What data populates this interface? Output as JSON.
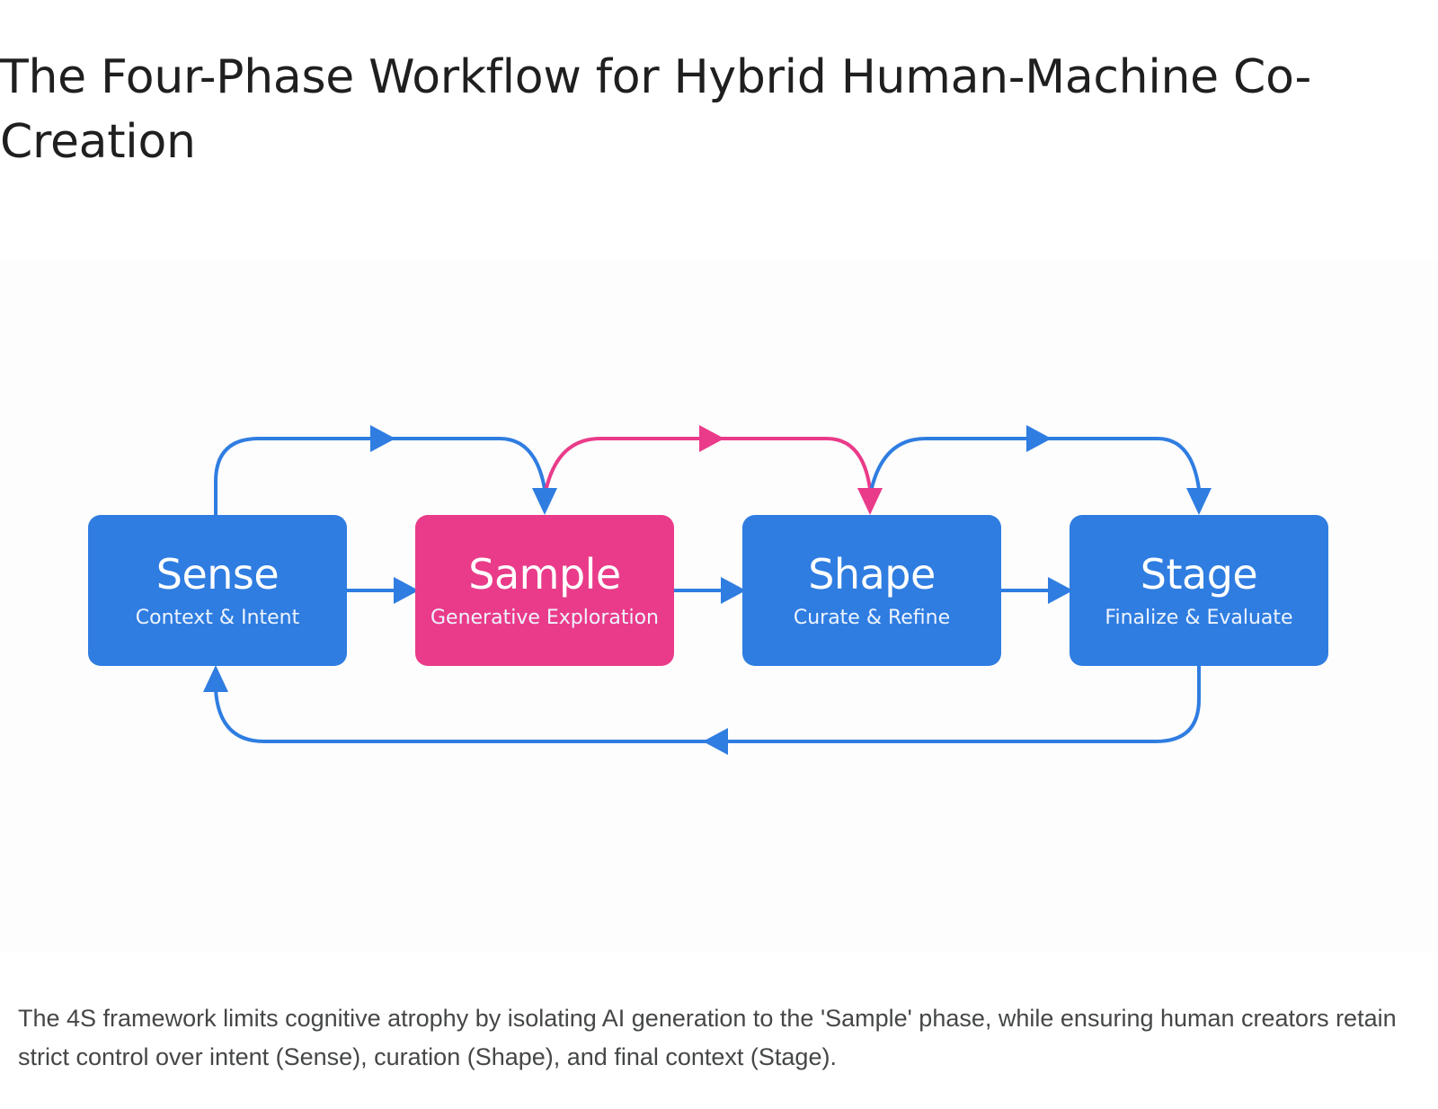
{
  "title": "The Four-Phase Workflow for Hybrid Human-Machine Co-Creation",
  "phases": [
    {
      "name": "Sense",
      "subtitle": "Context & Intent",
      "color": "#2f7de1"
    },
    {
      "name": "Sample",
      "subtitle": "Generative Exploration",
      "color": "#ea3b8a"
    },
    {
      "name": "Shape",
      "subtitle": "Curate & Refine",
      "color": "#2f7de1"
    },
    {
      "name": "Stage",
      "subtitle": "Finalize & Evaluate",
      "color": "#2f7de1"
    }
  ],
  "colors": {
    "flow_blue": "#2f7de1",
    "flow_pink": "#ea3b8a",
    "title_text": "#1f1f1f",
    "caption_text": "#444746"
  },
  "caption": "The 4S framework limits cognitive atrophy by isolating AI generation to the 'Sample' phase, while ensuring human creators retain strict control over intent (Sense), curation (Shape), and final context (Stage)."
}
